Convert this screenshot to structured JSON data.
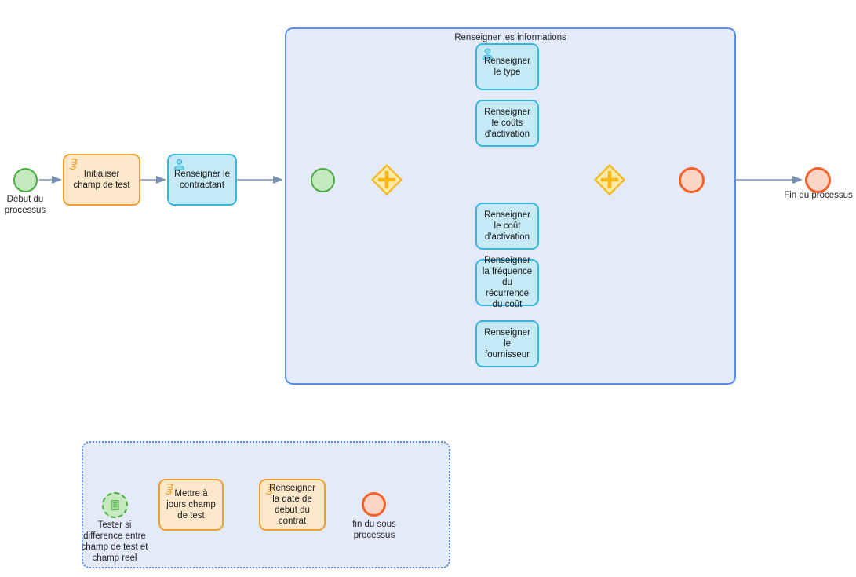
{
  "diagram": {
    "type": "bpmn-process-diagram",
    "title": "Processus de renseignement de contrat",
    "colors": {
      "script_task_fill": "#fde8cc",
      "script_task_stroke": "#f0a030",
      "user_task_fill": "#c5e9f5",
      "user_task_stroke": "#36b5dd",
      "start_event_fill": "#c6e8bf",
      "start_event_stroke": "#4aad44",
      "end_event_fill": "#fcd5c6",
      "end_event_stroke": "#f4622a",
      "gateway_fill": "#fdeaa8",
      "gateway_stroke": "#f5b716",
      "subprocess_fill": "#e4eaf8",
      "subprocess_stroke": "#5b8ef0",
      "connector_stroke": "#7a92b0"
    }
  },
  "main_flow": {
    "start_event": {
      "name": "start-event-process",
      "label": "Début du\nprocessus",
      "icon": "none"
    },
    "tasks": [
      {
        "id": "init-champ-test",
        "label": "Initialiser champ de test",
        "type": "script-task",
        "icon": "script-icon",
        "color": "orange"
      },
      {
        "id": "renseigner-contractant",
        "label": "Renseigner le contractant",
        "type": "user-task",
        "icon": "user-icon",
        "color": "blue"
      }
    ],
    "end_event": {
      "name": "end-event-process",
      "label": "Fin du processus",
      "icon": "none"
    }
  },
  "subprocess_info": {
    "title": "Renseigner les informations",
    "border": "solid",
    "start_event": {
      "name": "subprocess-start-event",
      "label": "",
      "icon": "none"
    },
    "split_gateway": {
      "name": "parallel-gateway-split",
      "type": "parallel",
      "icon": "plus-icon"
    },
    "join_gateway": {
      "name": "parallel-gateway-join",
      "type": "parallel",
      "icon": "plus-icon"
    },
    "branches": [
      {
        "id": "renseigner-type",
        "label": "Renseigner le type",
        "type": "user-task",
        "icon": "user-icon",
        "color": "blue"
      },
      {
        "id": "renseigner-couts-activation",
        "label": "Renseigner le coûts d'activation",
        "type": "task",
        "icon": "none",
        "color": "blue"
      },
      {
        "id": "renseigner-cout-activation",
        "label": "Renseigner le coût d'activation",
        "type": "task",
        "icon": "none",
        "color": "blue"
      },
      {
        "id": "renseigner-frequence",
        "label": "Renseigner la fréquence du récurrence du coût",
        "type": "task",
        "icon": "none",
        "color": "blue"
      },
      {
        "id": "renseigner-fournisseur",
        "label": "Renseigner le fournisseur",
        "type": "task",
        "icon": "none",
        "color": "blue"
      }
    ],
    "end_event": {
      "name": "subprocess-end-event",
      "label": "",
      "icon": "none"
    }
  },
  "subprocess_bottom": {
    "title": "",
    "border": "dotted",
    "start_event": {
      "name": "start-event-message",
      "label": "Tester si\ndifference entre\nchamp de test et\nchamp reel",
      "icon": "message-document-icon"
    },
    "tasks": [
      {
        "id": "mettre-a-jours-champ",
        "label": "Mettre à jours champ de test",
        "type": "script-task",
        "icon": "script-icon",
        "color": "orange"
      },
      {
        "id": "renseigner-date-debut",
        "label": "Renseigner la date de debut du contrat",
        "type": "script-task",
        "icon": "script-icon",
        "color": "orange"
      }
    ],
    "end_event": {
      "name": "end-event-subprocess",
      "label": "fin du sous\nprocessus",
      "icon": "none"
    }
  }
}
